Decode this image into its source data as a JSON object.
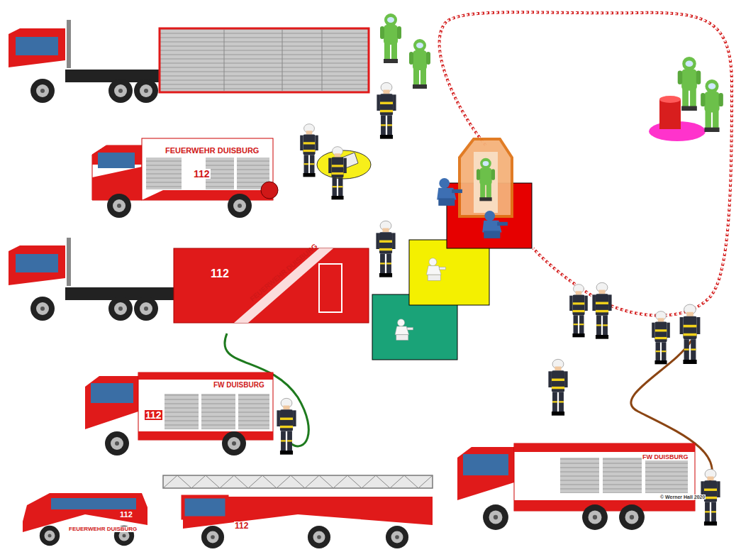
{
  "diagram": {
    "labels": [
      "FEUERWEHR DUISBURG",
      "112",
      "112",
      "FEUERWEHR DUISBURG",
      "FW DUISBURG",
      "112",
      "112",
      "FEUERWEHR DUISBURG",
      "112",
      "FW DUISBURG",
      "© Werner Hall 2020"
    ]
  }
}
